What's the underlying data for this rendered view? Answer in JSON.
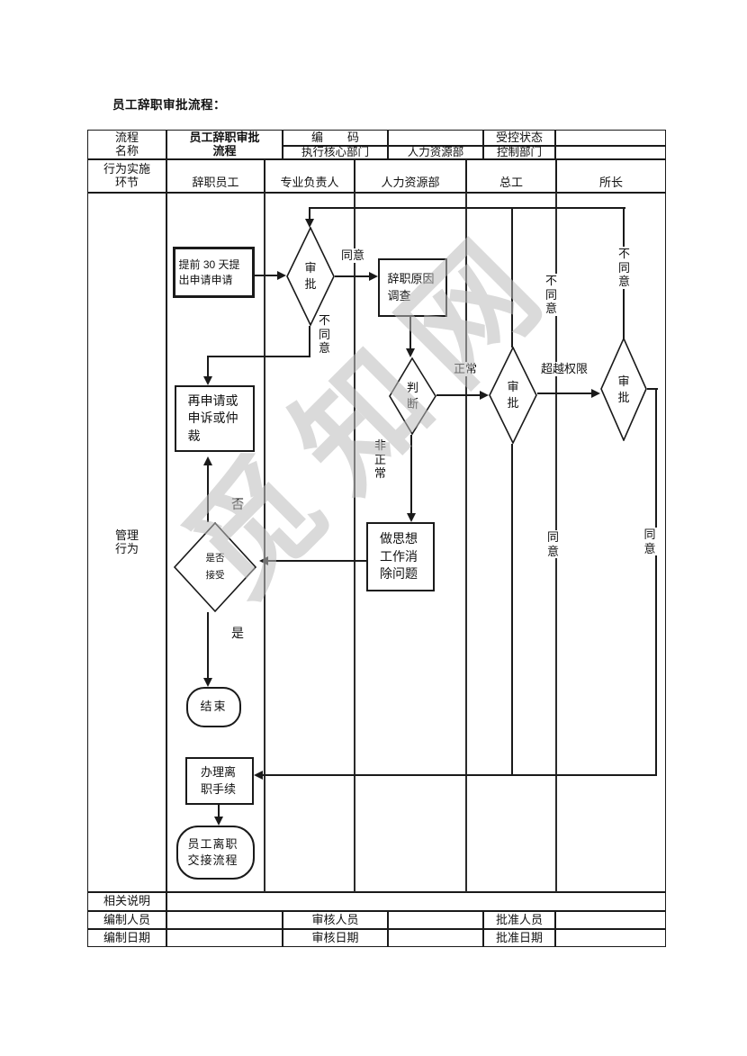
{
  "title": "员工辞职审批流程：",
  "header": {
    "process_name_label": "流程名称",
    "process_name": "员工辞职审批流程",
    "code_label": "编 码",
    "code_value": "",
    "controlled_label": "受控状态",
    "controlled_value": "",
    "exec_dept_label": "执行核心部门",
    "exec_dept_value": "人力资源部",
    "control_dept_label": "控制部门",
    "control_dept_value": "",
    "stage_label": "行为实施环节",
    "columns": [
      "辞职员工",
      "专业负责人",
      "人力资源部",
      "总工",
      "所长"
    ]
  },
  "chart": {
    "row_label": "管理行为",
    "nodes": {
      "start": "提前 30 天提出申请申请",
      "approve_leader": "审批",
      "reason_survey": "辞职原因调查",
      "judge": "判断",
      "approve_chief": "审批",
      "approve_director": "审批",
      "reapply": "再申请或申诉或仲裁",
      "accept": "是否接受",
      "thought_work": "做思想工作消除问题",
      "end": "结束",
      "handle": "办理离职手续",
      "transfer": "员工离职交接流程"
    },
    "edge_labels": {
      "agree": "同意",
      "disagree": "不同意",
      "normal": "正常",
      "abnormal": "非正常",
      "over_authority": "超越权限",
      "chief_disagree": "不同意",
      "director_disagree": "不同意",
      "chief_agree": "同意",
      "director_agree": "同意",
      "no": "否",
      "yes": "是"
    }
  },
  "footer": {
    "notes_label": "相关说明",
    "maker_label": "编制人员",
    "checker_label": "审核人员",
    "approver_label": "批准人员",
    "maker_date_label": "编制日期",
    "checker_date_label": "审核日期",
    "approver_date_label": "批准日期"
  },
  "watermark": "觅知网"
}
